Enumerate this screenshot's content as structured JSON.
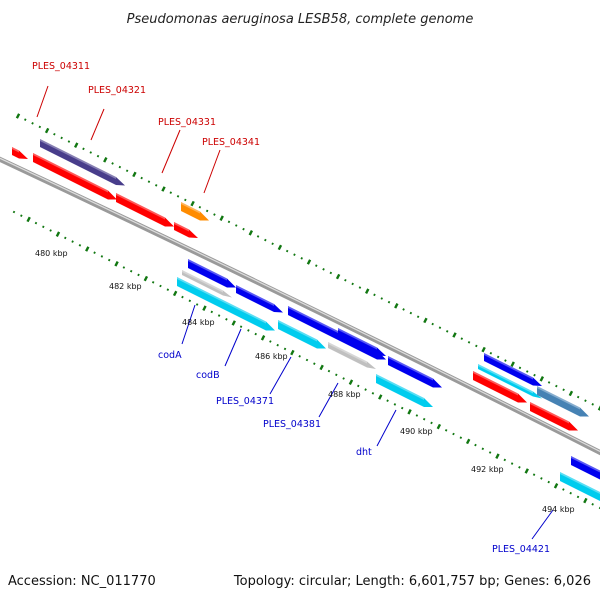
{
  "title": "Pseudomonas aeruginosa LESB58, complete genome",
  "footer": {
    "accession": "Accession: NC_011770",
    "summary": "Topology: circular; Length: 6,601,757 bp; Genes: 6,026"
  },
  "ruler": [
    "480 kbp",
    "482 kbp",
    "484 kbp",
    "486 kbp",
    "488 kbp",
    "490 kbp",
    "492 kbp",
    "494 kbp"
  ],
  "labels": {
    "forward": [
      "PLES_04311",
      "PLES_04321",
      "PLES_04331",
      "PLES_04341"
    ],
    "reverse": [
      "codA",
      "codB",
      "PLES_04371",
      "PLES_04381",
      "dht",
      "PLES_04421"
    ]
  },
  "colors": {
    "forward_label": "#cc0000",
    "reverse_label": "#0000cc",
    "backbone": "#888888",
    "tick": "#117711",
    "red": "#ff0000",
    "darkviolet": "#483d8b",
    "orange": "#ff8c00",
    "blue": "#0000ee",
    "cyan": "#00ccee",
    "steelblue": "#4682b4",
    "lightgray": "#c0c0c0"
  }
}
